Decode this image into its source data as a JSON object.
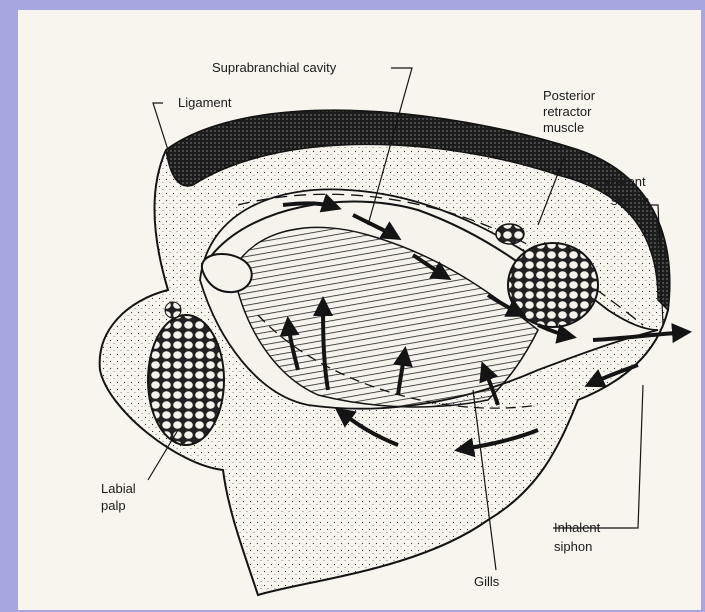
{
  "background_color": "#a7a6e0",
  "paper_color": "#f8f5ee",
  "ink_color": "#141414",
  "labels": {
    "suprabranchial_cavity": "Suprabranchial cavity",
    "ligament": "Ligament",
    "posterior_retractor": [
      "Posterior",
      "retractor",
      "muscle"
    ],
    "exhalent_siphon": [
      "Exhalent",
      "siphon"
    ],
    "labial_palp": [
      "Labial",
      "palp"
    ],
    "inhalent_siphon": [
      "Inhalent",
      "siphon"
    ],
    "gills": "Gills"
  }
}
